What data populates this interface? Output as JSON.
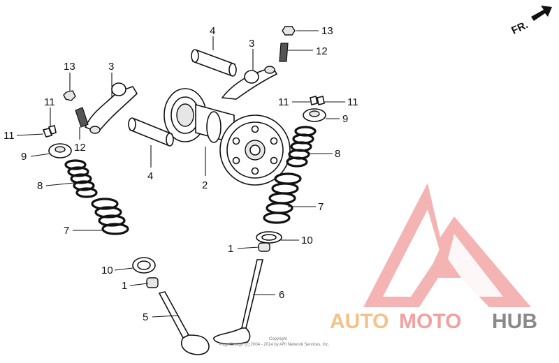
{
  "direction": {
    "label": "FR."
  },
  "labels": {
    "l4a": "4",
    "l3a": "3",
    "l13a": "13",
    "l12a": "12",
    "l13b": "13",
    "l3b": "3",
    "l11a": "11",
    "l11b": "11",
    "l12b": "12",
    "l9a": "9",
    "l8a": "8",
    "l7a": "7",
    "l4b": "4",
    "l2": "2",
    "l11c": "11",
    "l11d": "11",
    "l9b": "9",
    "l8b": "8",
    "l7b": "7",
    "l1a": "1",
    "l10a": "10",
    "l10b": "10",
    "l1b": "1",
    "l6": "6",
    "l5": "5"
  },
  "copyright": {
    "line1": "Copyright",
    "line2": "Page Design (c) 2004 - 2014 by ARI Network Services, Inc."
  },
  "watermark": {
    "brand_auto": "AUTO",
    "brand_moto": "MOTO",
    "brand_hub": "HUB",
    "colors": {
      "auto": "#f4c188",
      "moto": "#f4a0a0",
      "hub": "#8a8a8a",
      "logo": "#f29b9b"
    }
  }
}
